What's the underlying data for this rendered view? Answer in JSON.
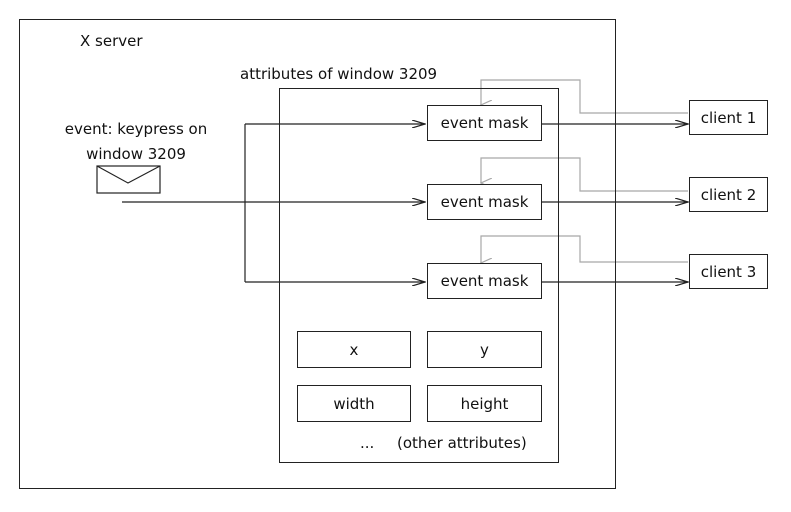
{
  "server": {
    "title": "X server"
  },
  "window": {
    "title": "attributes of window 3209",
    "event_masks": [
      "event mask",
      "event mask",
      "event mask"
    ],
    "attributes": [
      "x",
      "y",
      "width",
      "height"
    ],
    "ellipsis": "...",
    "other_label": "(other attributes)"
  },
  "event": {
    "line1": "event: keypress on",
    "line2": "window 3209"
  },
  "clients": [
    "client 1",
    "client 2",
    "client 3"
  ],
  "colors": {
    "stroke": "#222222",
    "feedback": "#a8a8a8"
  }
}
